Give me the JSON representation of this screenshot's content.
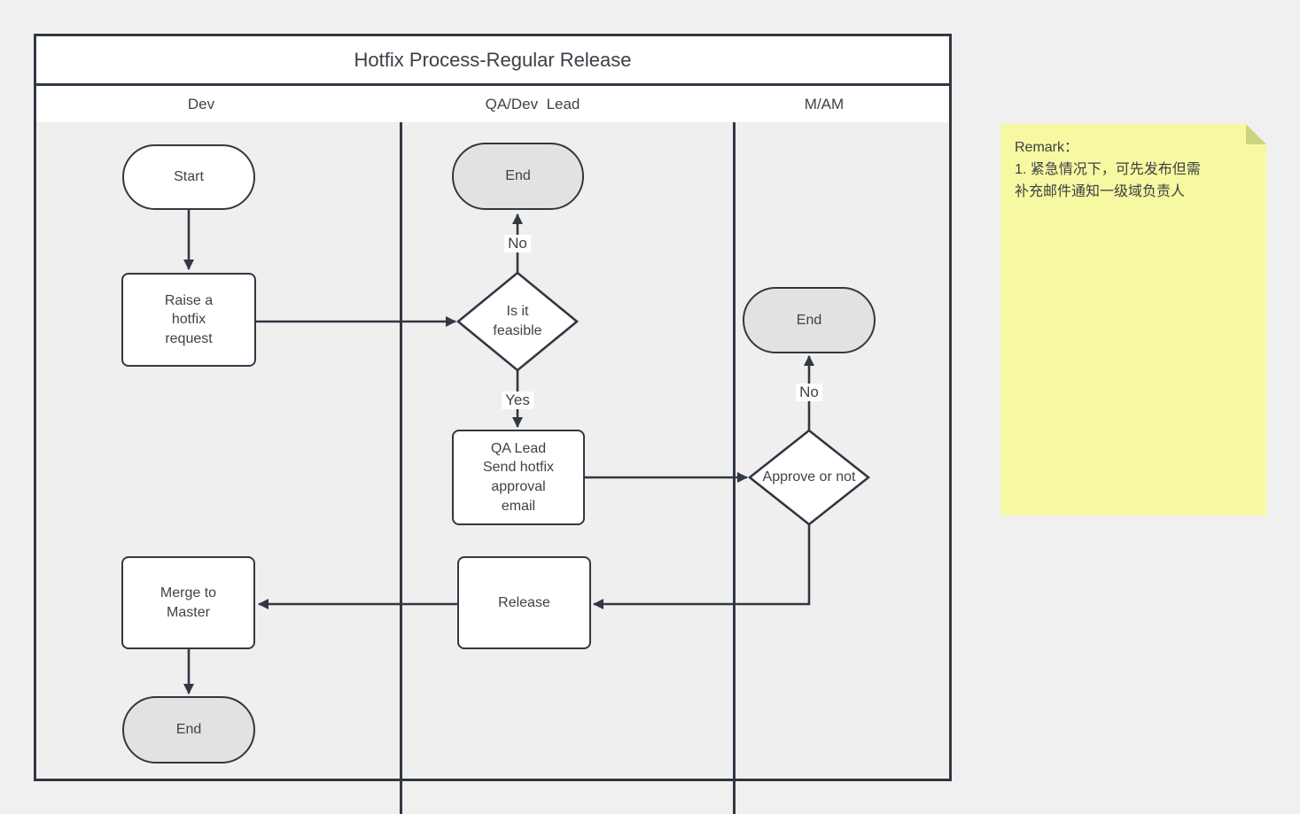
{
  "window": {
    "background": "#f0f0f0"
  },
  "diagram": {
    "title": "Hotfix Process-Regular Release",
    "lanes": [
      {
        "label": "Dev"
      },
      {
        "label": "QA/Dev  Lead"
      },
      {
        "label": "M/AM"
      }
    ],
    "nodes": {
      "start": {
        "label": "Start",
        "shape": "terminator"
      },
      "raise_request": {
        "label": "Raise a hotfix request",
        "shape": "process"
      },
      "end_qa": {
        "label": "End",
        "shape": "terminator"
      },
      "is_feasible": {
        "label": "Is it feasible",
        "shape": "decision"
      },
      "qa_email": {
        "label": "QA Lead Send hotfix approval email",
        "shape": "process"
      },
      "end_mam": {
        "label": "End",
        "shape": "terminator"
      },
      "approve": {
        "label": "Approve or not",
        "shape": "decision"
      },
      "release": {
        "label": "Release",
        "shape": "process"
      },
      "merge": {
        "label": "Merge to Master",
        "shape": "process"
      },
      "end_dev": {
        "label": "End",
        "shape": "terminator"
      }
    },
    "edge_labels": {
      "feasible_no": "No",
      "feasible_yes": "Yes",
      "approve_no": "No"
    },
    "colors": {
      "line": "#313842",
      "process_fill": "#ffffff",
      "terminator_fill": "#e2e2e2",
      "lane_fill": "#efefef",
      "header_fill": "#ffffff"
    }
  },
  "note": {
    "heading": "Remark：",
    "lines": [
      "1. 紧急情况下，可先发布但需",
      "补充邮件通知一级域负责人"
    ],
    "fill": "#f7f9a2",
    "fold": "#ced37f"
  }
}
